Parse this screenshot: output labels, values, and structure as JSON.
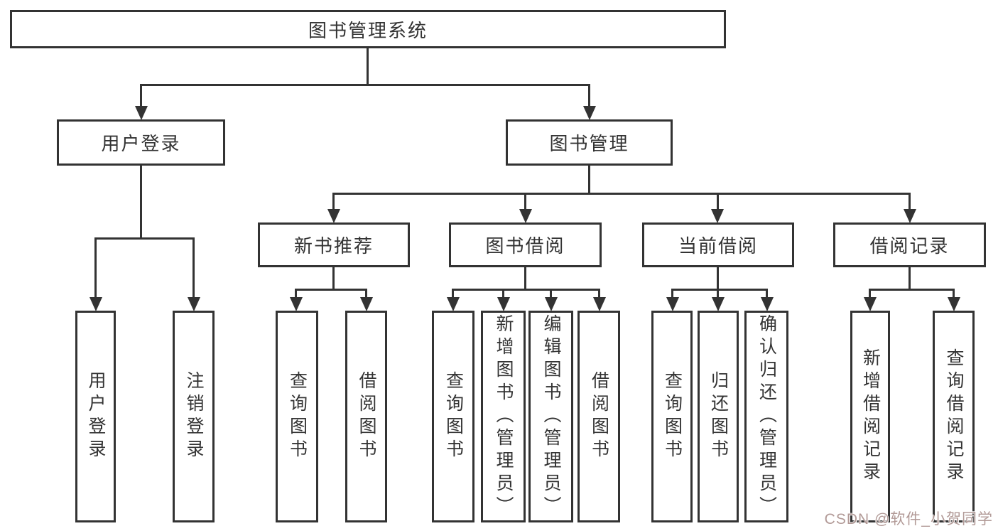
{
  "tree": {
    "root": "图书管理系统",
    "user": {
      "label": "用户登录",
      "children": [
        "用户登录",
        "注销登录"
      ]
    },
    "mgmt": {
      "label": "图书管理",
      "groups": [
        {
          "label": "新书推荐",
          "children": [
            "查询图书",
            "借阅图书"
          ]
        },
        {
          "label": "图书借阅",
          "children": [
            "查询图书",
            "新增图书（管理员）",
            "编辑图书（管理员）",
            "借阅图书"
          ]
        },
        {
          "label": "当前借阅",
          "children": [
            "查询图书",
            "归还图书",
            "确认归还（管理员）"
          ]
        },
        {
          "label": "借阅记录",
          "children": [
            "新增借阅记录",
            "查询借阅记录"
          ]
        }
      ]
    }
  },
  "watermark": "CSDN @软件_小贺同学",
  "colors": {
    "line": "#333333",
    "box_border": "#333333",
    "text": "#333333",
    "background": "#ffffff",
    "watermark": "#b29a97"
  }
}
